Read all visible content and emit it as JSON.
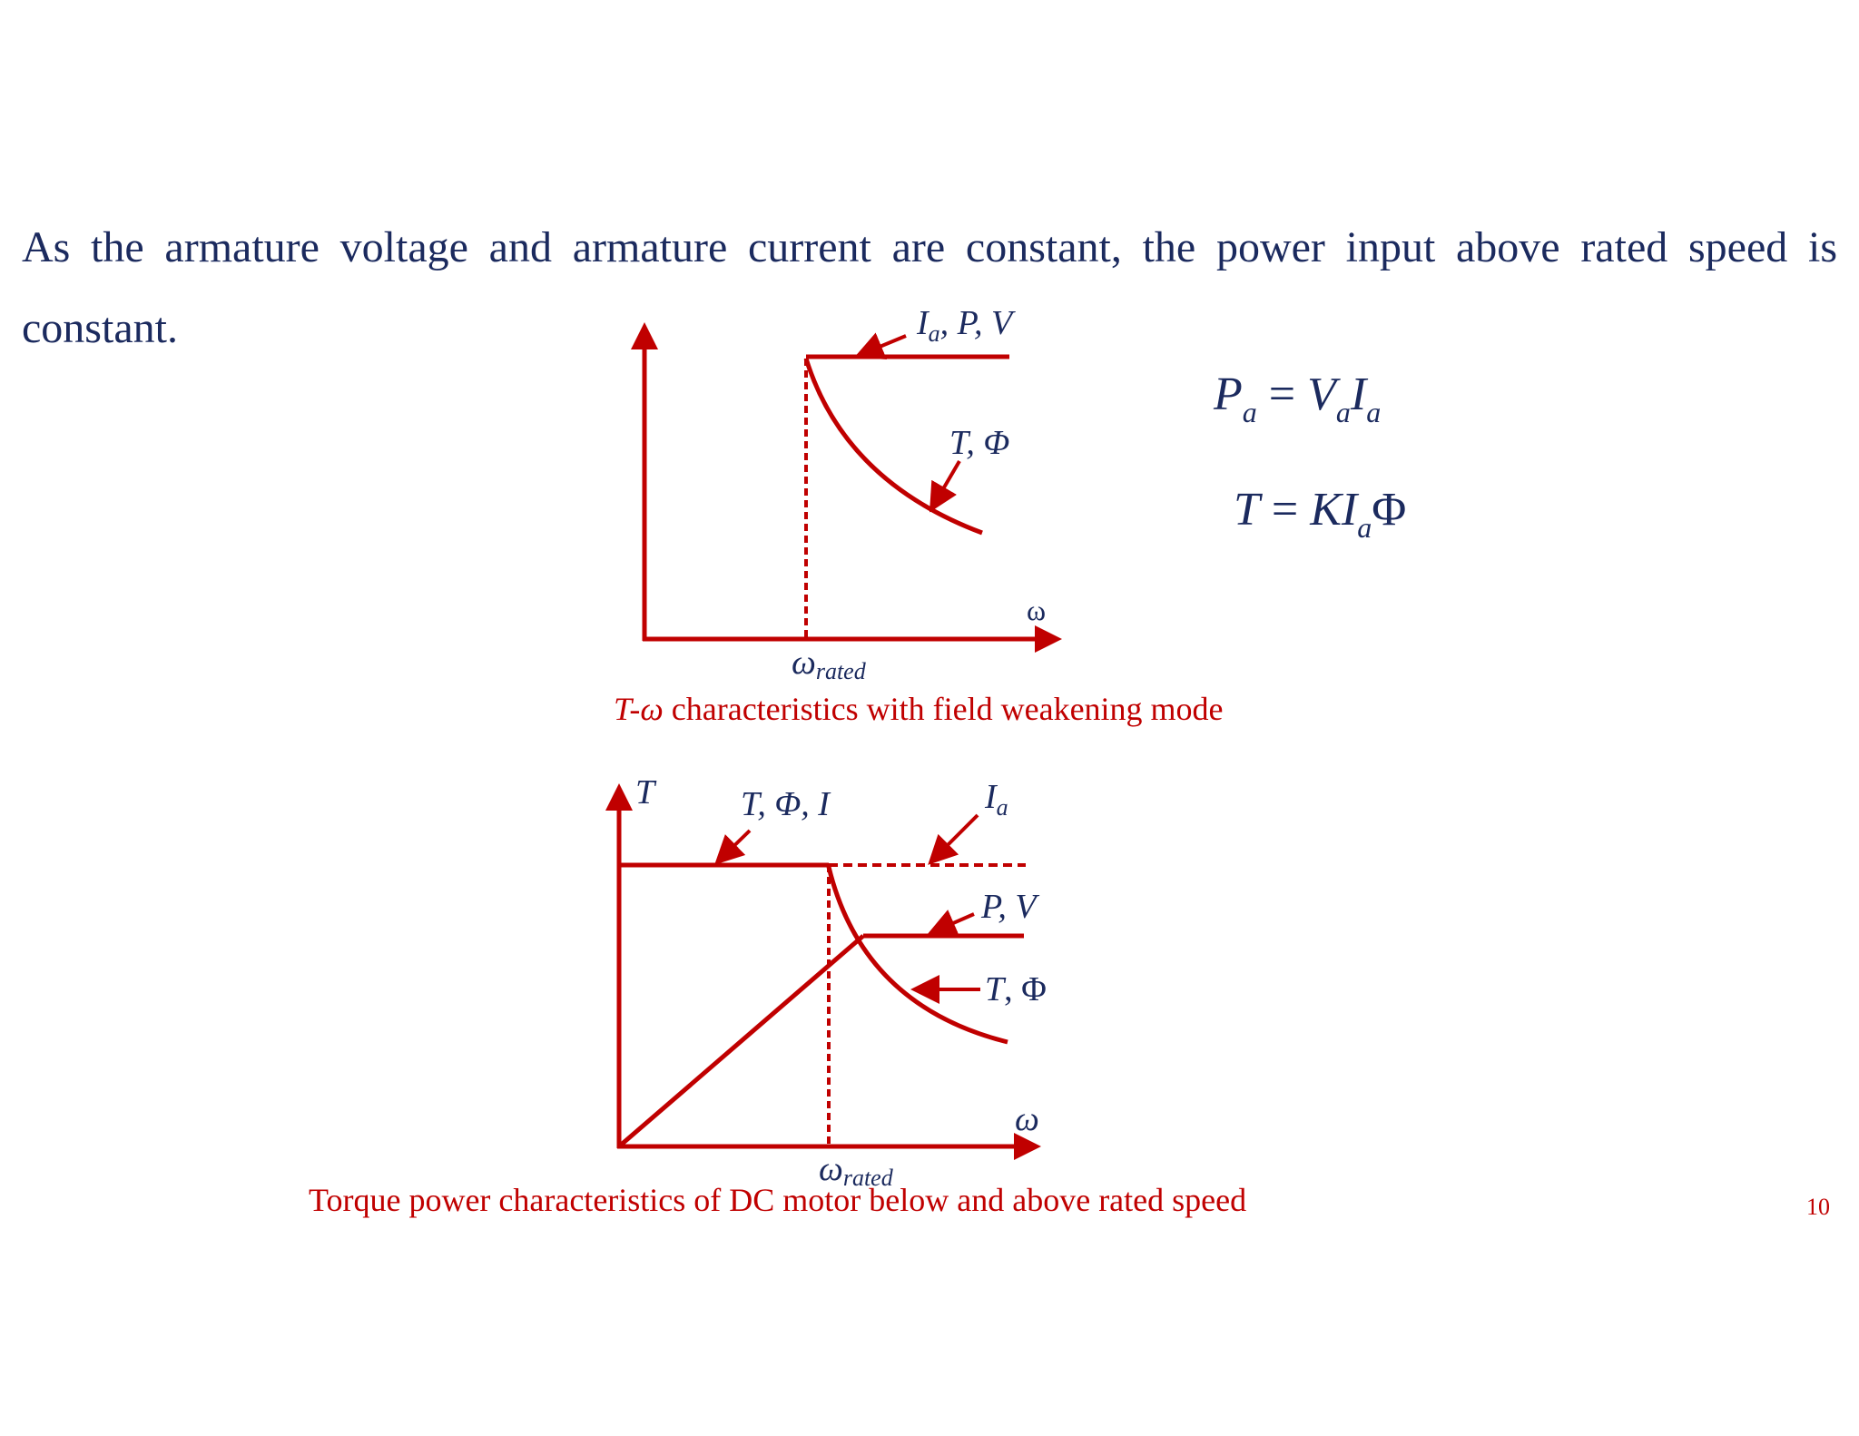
{
  "paragraph": "As the armature voltage and armature current are constant, the power input above rated speed  is constant.",
  "diagram1": {
    "label_top": "I",
    "label_top_sub": "a",
    "label_top_rest": ", P, V",
    "label_curve": "T, Φ",
    "x_axis": "ω",
    "rated_symbol": "ω",
    "rated_sub": "rated",
    "caption_italic": "T-ω",
    "caption_rest": " characteristics with field weakening mode"
  },
  "equations": {
    "eq1_lhs": "P",
    "eq1_lhs_sub": "a",
    "eq1_eq": " = ",
    "eq1_v": "V",
    "eq1_v_sub": "a",
    "eq1_i": "I",
    "eq1_i_sub": "a",
    "eq2_lhs": "T",
    "eq2_eq": " = ",
    "eq2_k": "KI",
    "eq2_k_sub": "a",
    "eq2_phi": "Φ"
  },
  "diagram2": {
    "y_axis": "T",
    "label_const": "T, Φ, I",
    "label_ia": "I",
    "label_ia_sub": "a",
    "label_pv": "P, V",
    "label_tphi_t": "T",
    "label_tphi_rest": ", Φ",
    "x_axis": "ω",
    "rated_symbol": "ω",
    "rated_sub": "rated",
    "caption": "Torque power characteristics of DC motor below and above rated speed"
  },
  "page_number": "10",
  "colors": {
    "text": "#1b2a5e",
    "diagram": "#c00000",
    "background": "#ffffff"
  }
}
